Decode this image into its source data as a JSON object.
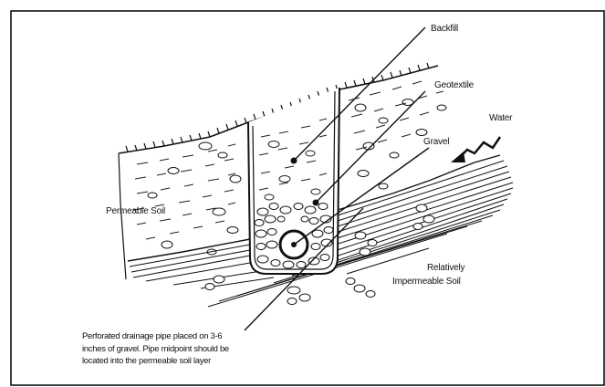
{
  "labels": {
    "backfill": "Backfill",
    "geotextile": "Geotextile",
    "water": "Water",
    "gravel": "Gravel",
    "permeable_soil": "Permeable Soil",
    "relatively": "Relatively",
    "impermeable_soil": "Impermeable Soil"
  },
  "caption": {
    "line1": "Perforated drainage pipe placed on 3-6",
    "line2": "inches of gravel. Pipe midpoint should be",
    "line3": "located into the permeable soil layer"
  }
}
